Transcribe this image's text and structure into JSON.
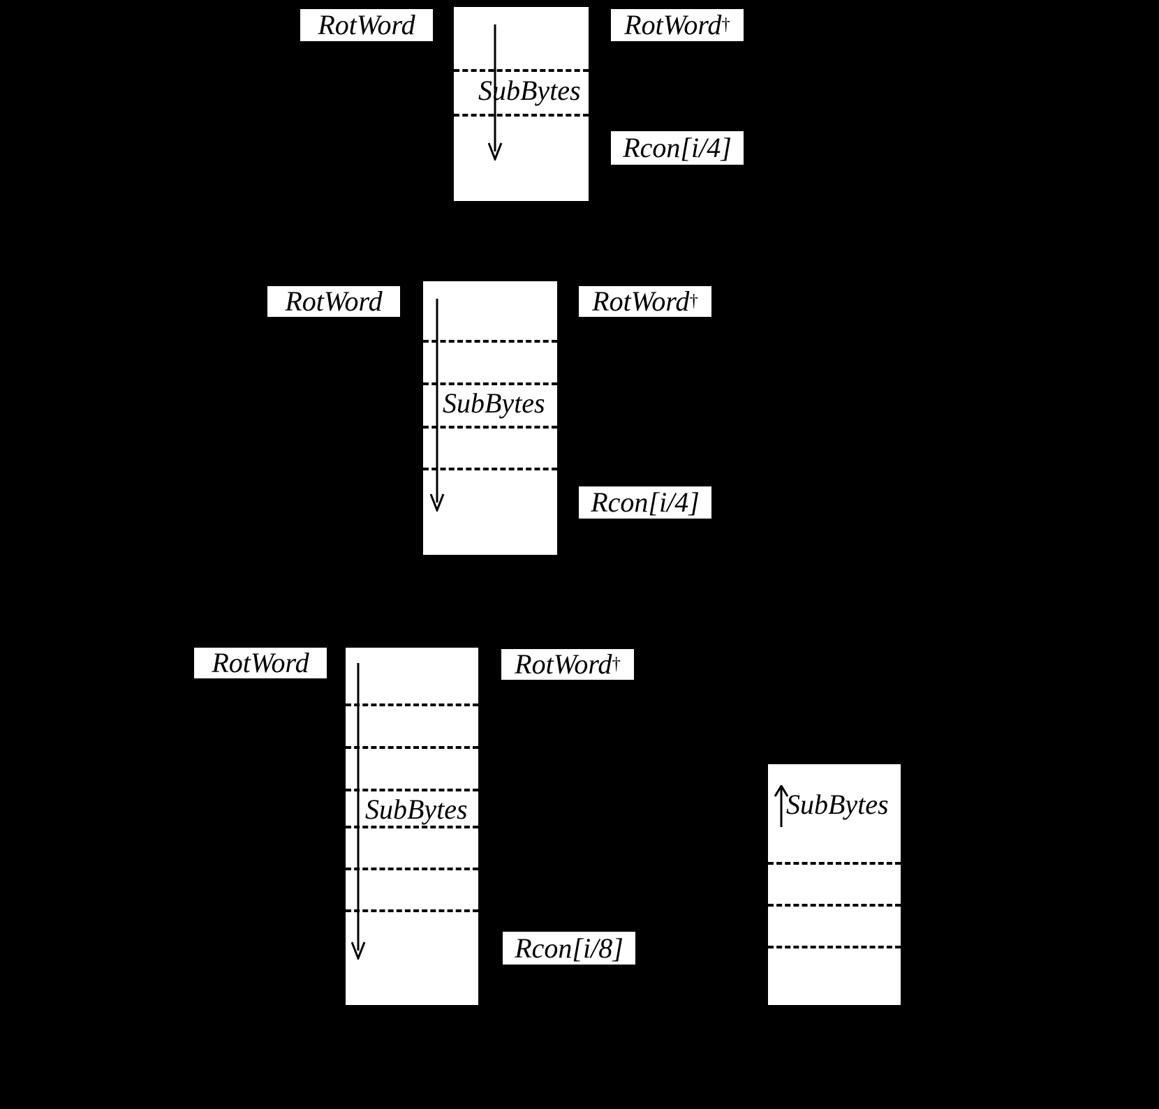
{
  "figure": {
    "background_color": "#000000",
    "panel_color": "#ffffff",
    "ink_color": "#000000"
  },
  "diagrams": [
    {
      "id": "aes-128-key-expansion",
      "left_label": "RotWord",
      "right_label": "RotWord",
      "right_label_marker": "†",
      "rcon_label": "Rcon[i/4]",
      "operation_label": "SubBytes",
      "arrow_direction": "down",
      "separator_count": 2
    },
    {
      "id": "aes-192-key-expansion",
      "left_label": "RotWord",
      "right_label": "RotWord",
      "right_label_marker": "†",
      "rcon_label": "Rcon[i/4]",
      "operation_label": "SubBytes",
      "arrow_direction": "down",
      "separator_count": 4
    },
    {
      "id": "aes-256-key-expansion",
      "left_label": "RotWord",
      "right_label": "RotWord",
      "right_label_marker": "†",
      "rcon_label": "Rcon[i/8]",
      "operation_label": "SubBytes",
      "arrow_direction": "down",
      "separator_count": 6
    }
  ],
  "side_panel": {
    "id": "aes-256-subbytes-column",
    "operation_label": "SubBytes",
    "arrow_direction": "up",
    "separator_count": 3
  }
}
